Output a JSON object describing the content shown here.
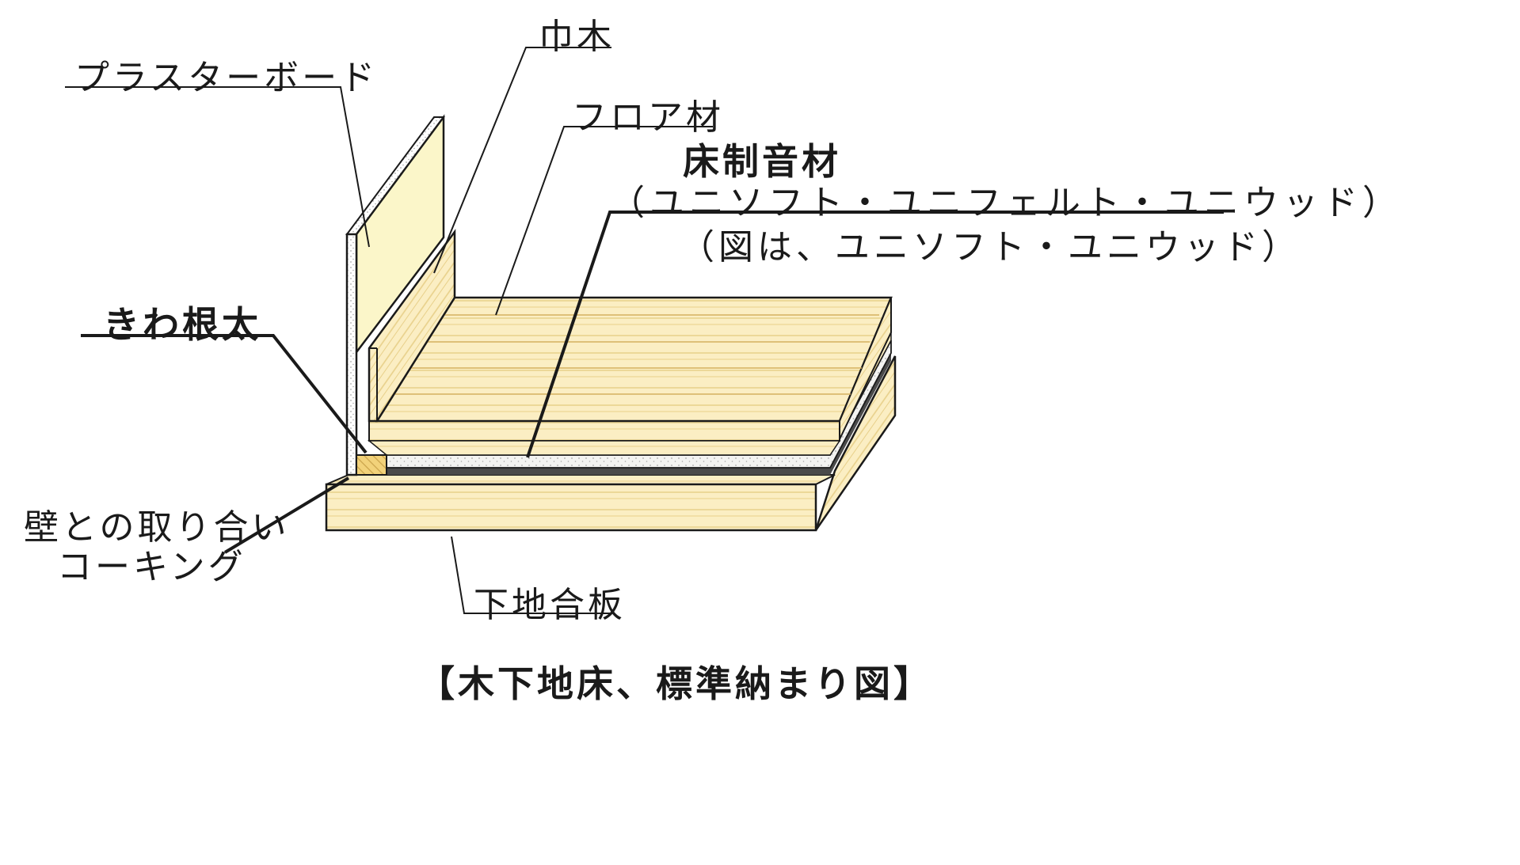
{
  "labels": {
    "plasterboard": "プラスターボード",
    "baseboard": "巾木",
    "floor_material": "フロア材",
    "soundproof": "床制音材",
    "soundproof_products": "（ユニソフト・ユニフェルト・ユニウッド）",
    "soundproof_note": "（図は、ユニソフト・ユニウッド）",
    "edge_joist": "きわ根太",
    "wall_caulking_line1": "壁との取り合い",
    "wall_caulking_line2": "コーキング",
    "subfloor_plywood": "下地合板",
    "caption": "【木下地床、標準納まり図】"
  },
  "colors": {
    "wood": "#fbeec3",
    "wood_stripe": "#e8d08a",
    "board": "#fbf6c9",
    "felt": "#f3f3f1",
    "felt_dot": "#a8a8a8",
    "dark_layer": "#4a4a4a",
    "outline": "#1a1a1a",
    "joist": "#f2d27a"
  }
}
